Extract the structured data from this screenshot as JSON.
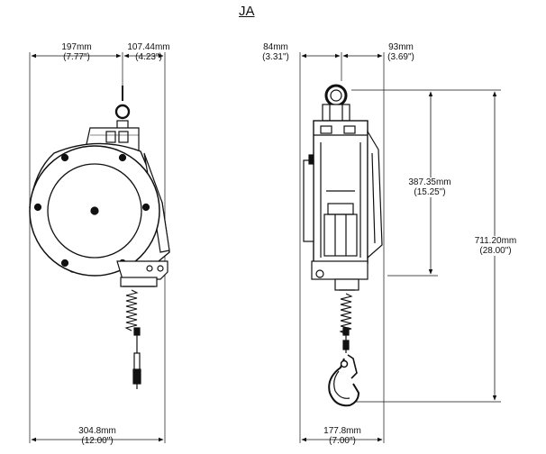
{
  "title": "JA",
  "front_view": {
    "top_left": {
      "mm": "197mm",
      "in": "(7.77\")"
    },
    "top_right": {
      "mm": "107.44mm",
      "in": "(4.23\")"
    },
    "bottom": {
      "mm": "304.8mm",
      "in": "(12.00\")"
    }
  },
  "side_view": {
    "top_left": {
      "mm": "84mm",
      "in": "(3.31\")"
    },
    "top_right": {
      "mm": "93mm",
      "in": "(3.69\")"
    },
    "body_height": {
      "mm": "387.35mm",
      "in": "(15.25\")"
    },
    "overall_height": {
      "mm": "711.20mm",
      "in": "(28.00\")"
    },
    "bottom": {
      "mm": "177.8mm",
      "in": "(7.00\")"
    }
  }
}
